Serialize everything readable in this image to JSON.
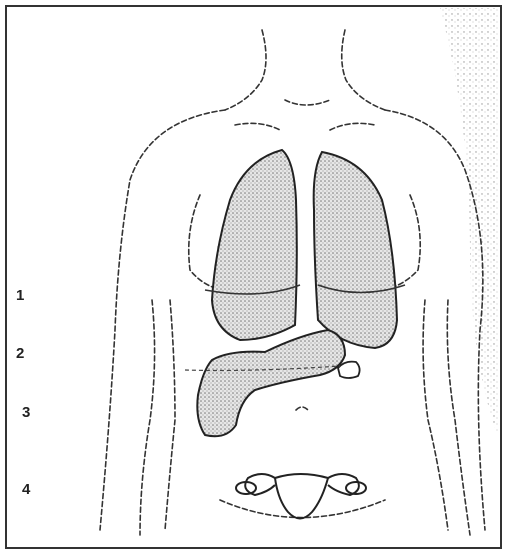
{
  "labels": {
    "one": "1",
    "two": "2",
    "three": "3",
    "four": "4"
  },
  "colors": {
    "line": "#2a2a2a",
    "organ_fill": "#c4c4c4",
    "stipple": "#9a9a9a",
    "background": "#ffffff"
  },
  "icons": [
    "torso-outline",
    "right-lung",
    "left-lung",
    "liver",
    "stomach-gallbladder",
    "uterus-ovaries"
  ]
}
